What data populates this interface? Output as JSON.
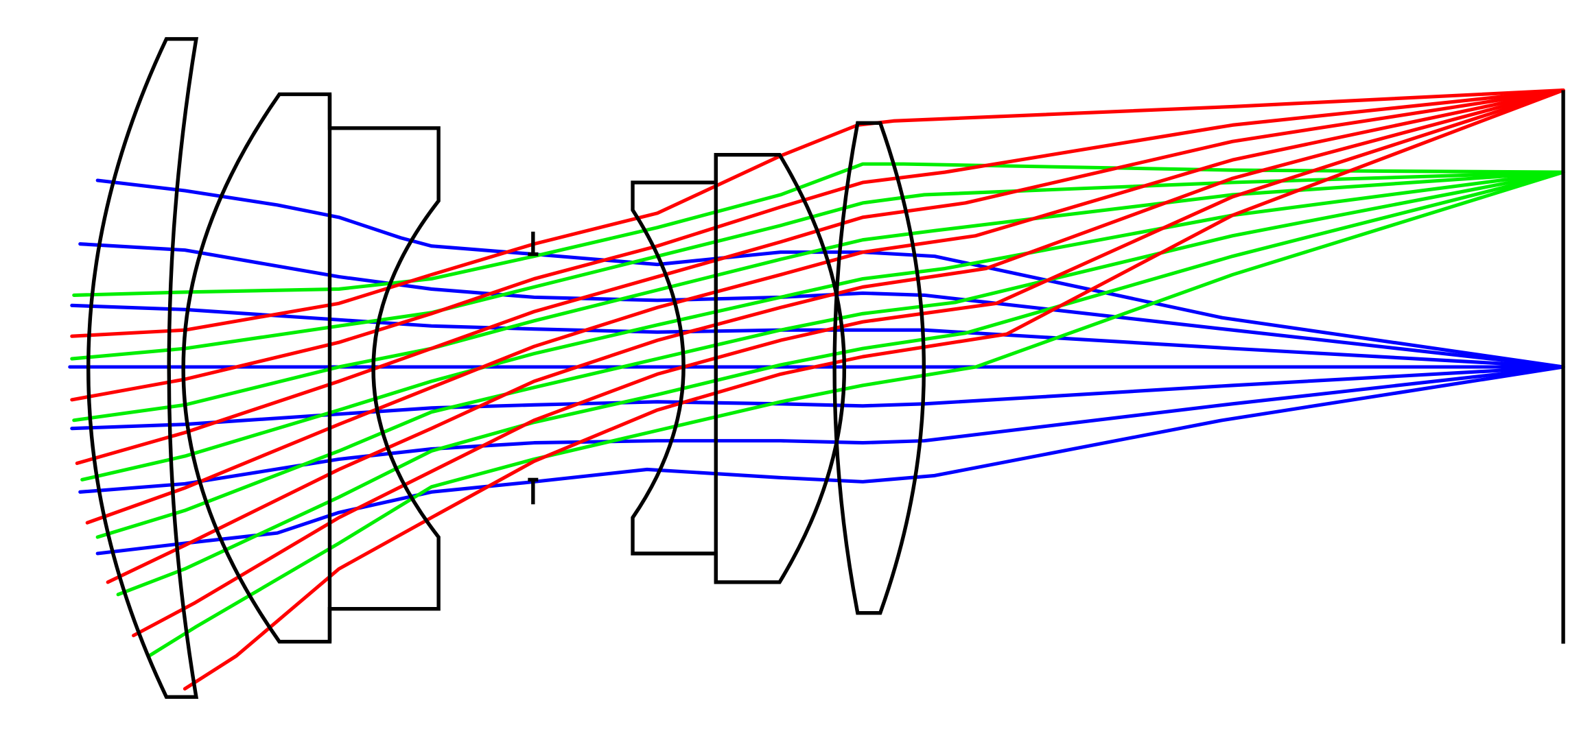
{
  "diagram": {
    "type": "optical-lens-ray-trace",
    "elements": [
      {
        "name": "lens-element-1",
        "kind": "positive-meniscus"
      },
      {
        "name": "lens-element-2",
        "kind": "cemented-doublet"
      },
      {
        "name": "lens-element-3",
        "kind": "cemented-doublet"
      },
      {
        "name": "lens-element-4",
        "kind": "biconvex"
      }
    ],
    "aperture_stop": true,
    "image_plane": true,
    "ray_fields": [
      {
        "name": "on-axis",
        "color": "#0000ff",
        "rays_per_field": 7
      },
      {
        "name": "mid-field",
        "color": "#00ee00",
        "rays_per_field": 7
      },
      {
        "name": "full-field",
        "color": "#ff0000",
        "rays_per_field": 7
      }
    ]
  }
}
